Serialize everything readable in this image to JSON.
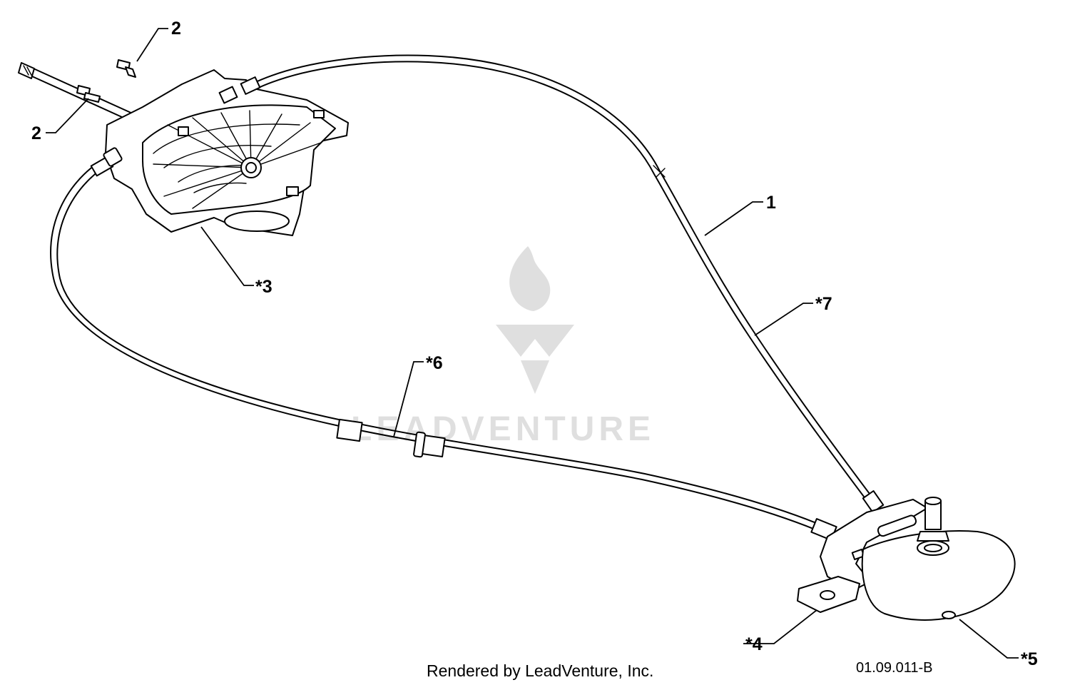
{
  "callouts": {
    "c2_top": "2",
    "c2_left": "2",
    "c3": "*3",
    "c1": "1",
    "c7": "*7",
    "c6": "*6",
    "c4": "*4",
    "c5": "*5"
  },
  "watermark": {
    "text": "LEADVENTURE",
    "color": "#d9d9d9"
  },
  "footer": {
    "rendered_by": "Rendered by LeadVenture, Inc.",
    "drawing_number": "01.09.011-B"
  }
}
